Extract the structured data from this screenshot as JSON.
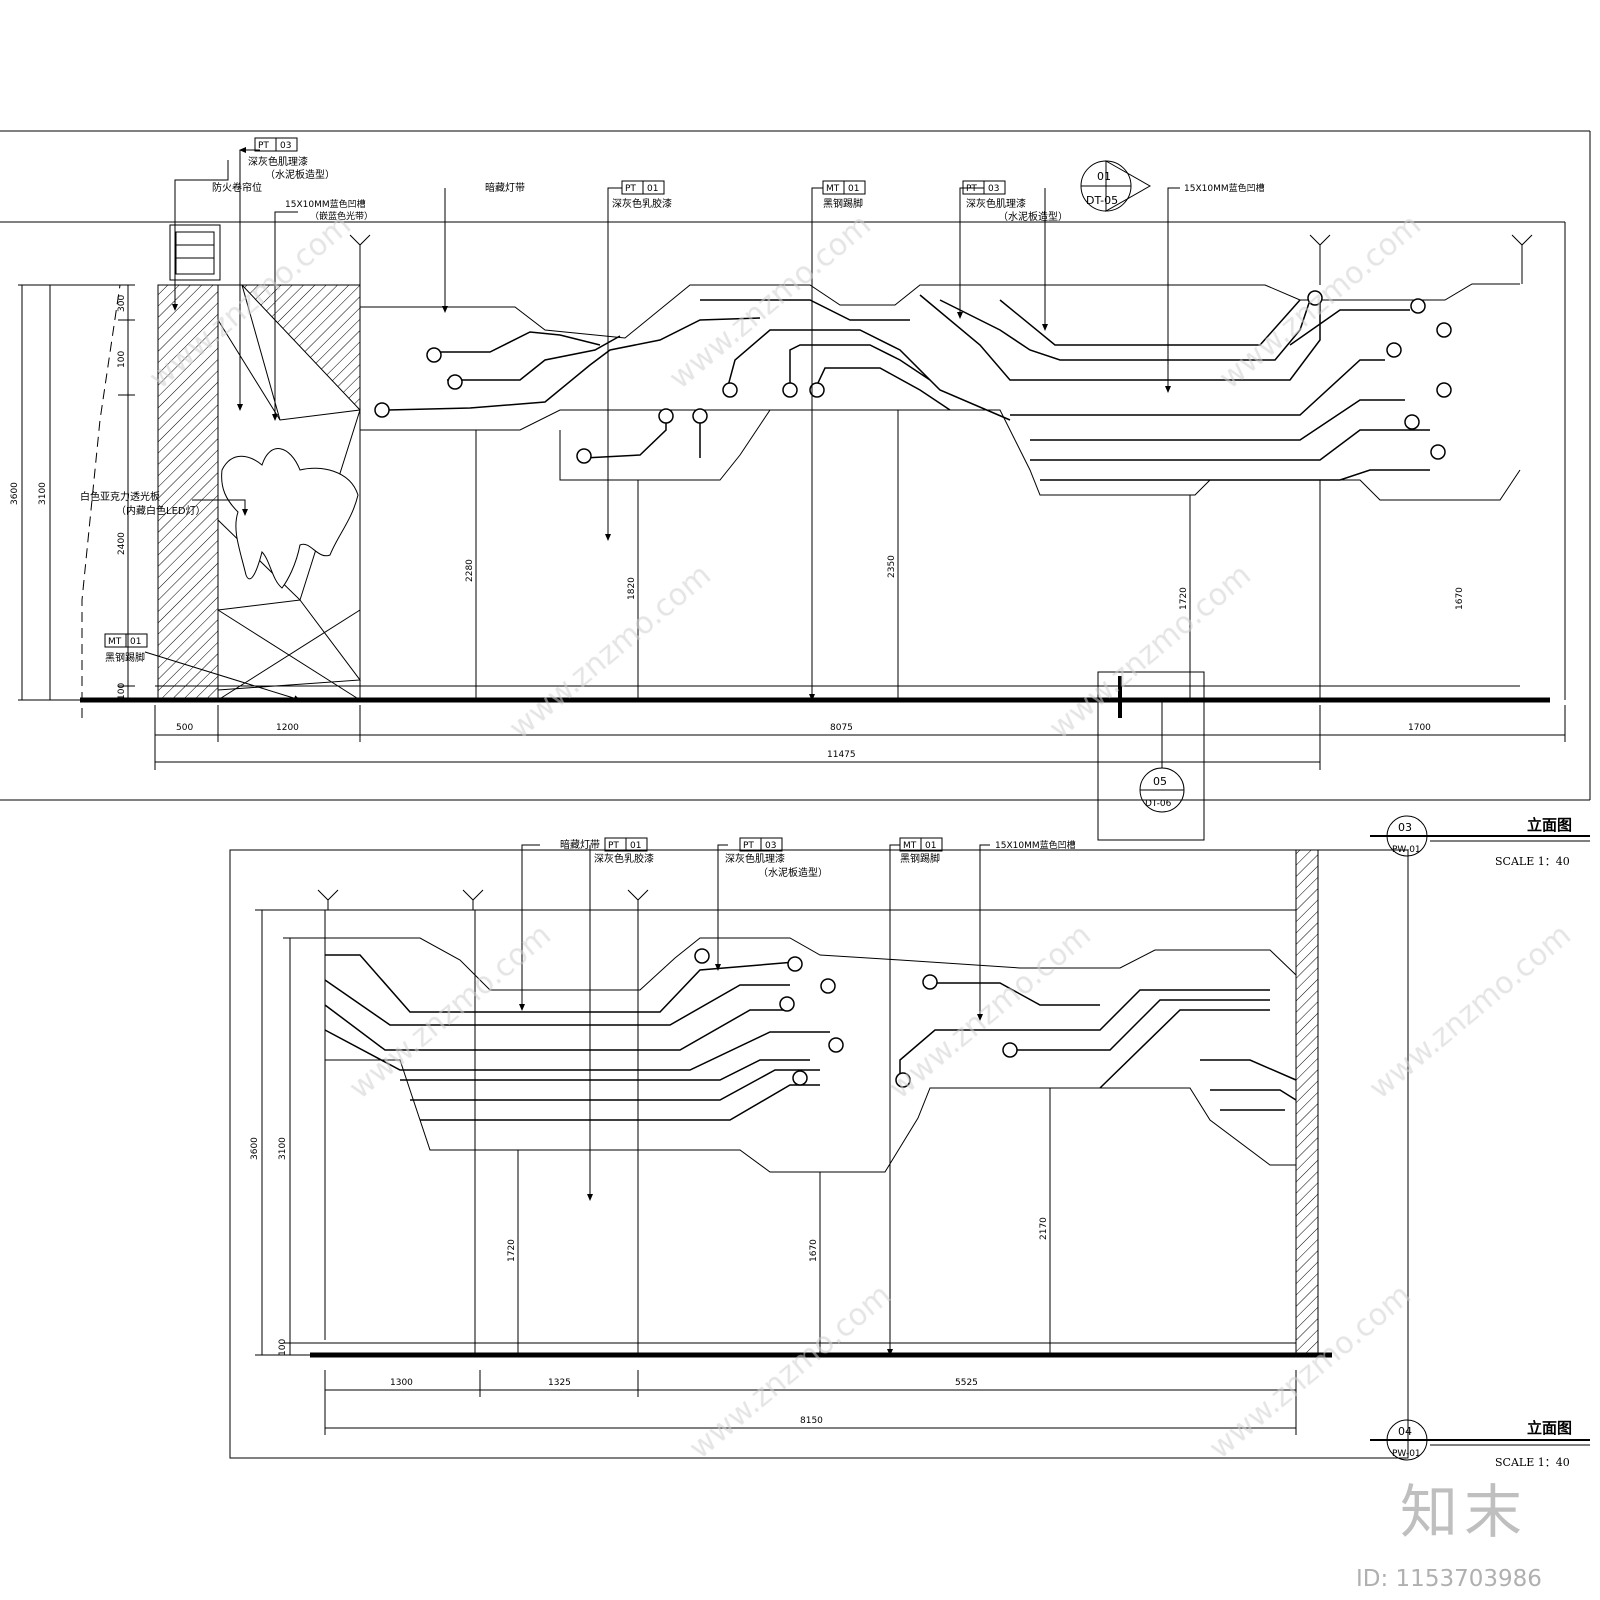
{
  "drawing": {
    "top_elevation": {
      "callouts": [
        {
          "tag": "PT",
          "code": "03",
          "text": "深灰色肌理漆",
          "sub": "（水泥板造型）"
        },
        {
          "tag": "",
          "code": "",
          "text": "防火卷帘位",
          "sub": ""
        },
        {
          "tag": "",
          "code": "",
          "text": "15X10MM蓝色凹槽",
          "sub": "（嵌蓝色光带）"
        },
        {
          "tag": "",
          "code": "",
          "text": "暗藏灯带",
          "sub": ""
        },
        {
          "tag": "PT",
          "code": "01",
          "text": "深灰色乳胶漆",
          "sub": ""
        },
        {
          "tag": "MT",
          "code": "01",
          "text": "黑钢踢脚",
          "sub": ""
        },
        {
          "tag": "PT",
          "code": "03",
          "text": "深灰色肌理漆",
          "sub": "（水泥板造型）"
        },
        {
          "tag": "",
          "code": "",
          "text": "15X10MM蓝色凹槽",
          "sub": ""
        },
        {
          "tag": "",
          "code": "",
          "text": "白色亚克力透光板",
          "sub": "（内藏白色LED灯）"
        },
        {
          "tag": "MT",
          "code": "01",
          "text": "黑钢踢脚",
          "sub": ""
        }
      ],
      "section_marker": {
        "number": "01",
        "sheet": "DT-05"
      },
      "detail_marker": {
        "number": "05",
        "sheet": "DT-06"
      },
      "vertical_dims": [
        "3600",
        "3100",
        "300",
        "100",
        "2400",
        "100"
      ],
      "height_dims": [
        "2280",
        "1820",
        "2350",
        "1720",
        "1670"
      ],
      "horizontal_dims": [
        "500",
        "1200",
        "8075",
        "1700"
      ],
      "total_dim": "11475",
      "title": {
        "number": "03",
        "sheet": "PW-01",
        "label": "立面图",
        "scale": "SCALE  1：40"
      }
    },
    "bottom_elevation": {
      "callouts": [
        {
          "tag": "PT",
          "code": "01",
          "text": "暗藏灯带",
          "sub": "深灰色乳胶漆"
        },
        {
          "tag": "PT",
          "code": "03",
          "text": "深灰色肌理漆",
          "sub": "（水泥板造型）"
        },
        {
          "tag": "MT",
          "code": "01",
          "text": "黑钢踢脚",
          "sub": ""
        },
        {
          "tag": "",
          "code": "",
          "text": "15X10MM蓝色凹槽",
          "sub": ""
        }
      ],
      "vertical_dims": [
        "3600",
        "3100",
        "100"
      ],
      "height_dims": [
        "1720",
        "1670",
        "2170"
      ],
      "horizontal_dims": [
        "1300",
        "1325",
        "5525"
      ],
      "total_dim": "8150",
      "title": {
        "number": "04",
        "sheet": "PW-01",
        "label": "立面图",
        "scale": "SCALE  1：40"
      }
    },
    "watermark": {
      "site": "www.znzmo.com",
      "logo": "知末",
      "id": "ID: 1153703986"
    }
  }
}
